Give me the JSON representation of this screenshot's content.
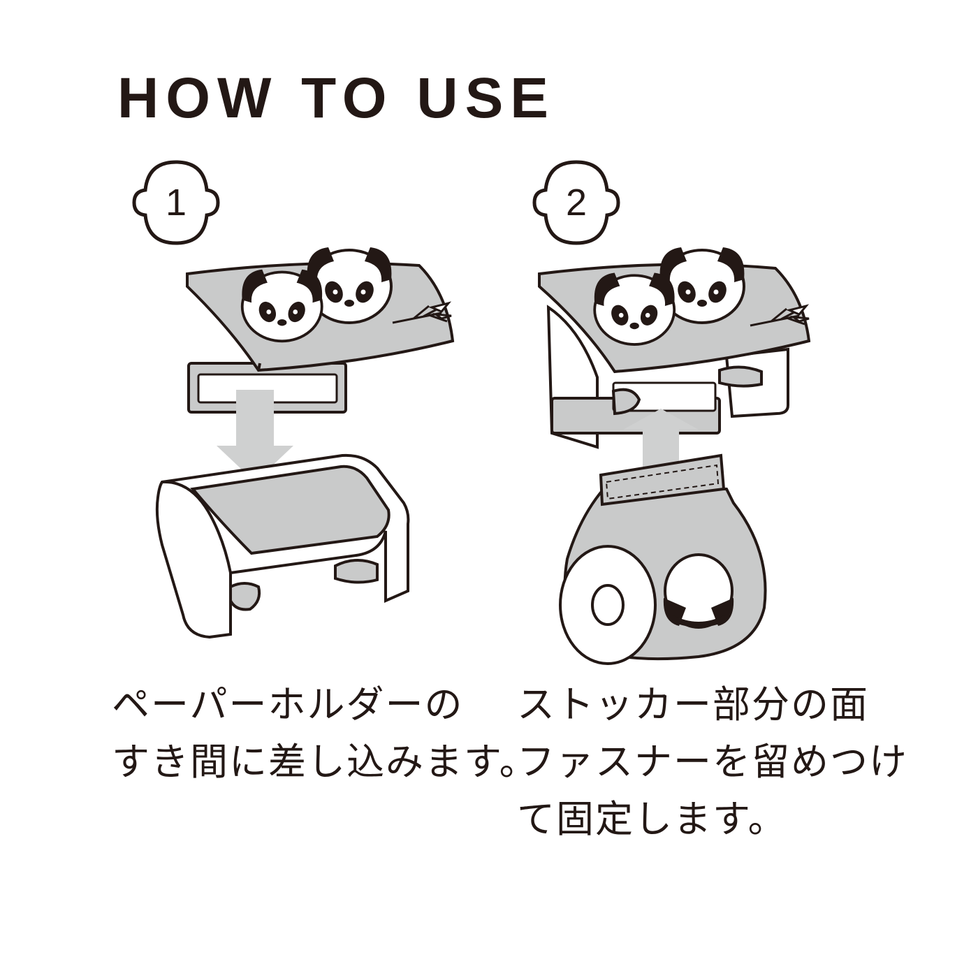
{
  "title": "HOW TO USE",
  "steps": [
    {
      "number": "1",
      "lines": [
        "ペーパーホルダーの",
        "すき間に差し込みます。"
      ]
    },
    {
      "number": "2",
      "lines": [
        "ストッカー部分の面",
        "ファスナーを留めつけ",
        "て固定します。"
      ]
    }
  ],
  "colors": {
    "ink": "#231815",
    "cover_gray": "#c9caca",
    "arrow_gray": "#cfd0d0",
    "background": "#ffffff"
  }
}
